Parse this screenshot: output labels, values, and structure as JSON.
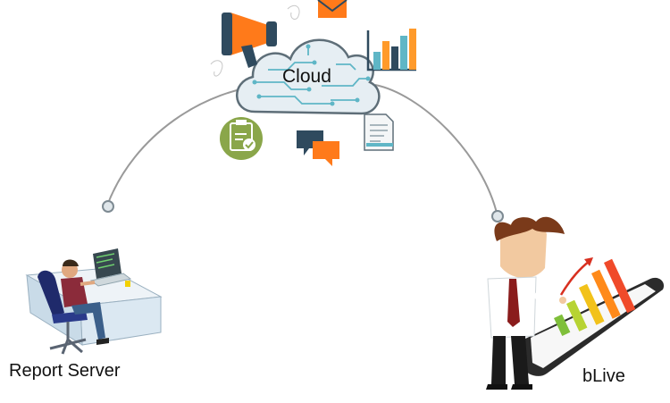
{
  "cloud": {
    "label": "Cloud"
  },
  "left_node": {
    "label": "Report Server"
  },
  "right_node": {
    "label": "bLive"
  },
  "icons": [
    "megaphone-icon",
    "email-icon",
    "bar-chart-icon",
    "clipboard-check-icon",
    "chat-bubbles-icon",
    "document-icon"
  ],
  "colors": {
    "cloud_fill": "#e6eef3",
    "circuit": "#5fb6c6",
    "arc": "#9a9a9a",
    "accent_orange": "#ff7a1a",
    "clipboard_green": "#8aa64a"
  }
}
